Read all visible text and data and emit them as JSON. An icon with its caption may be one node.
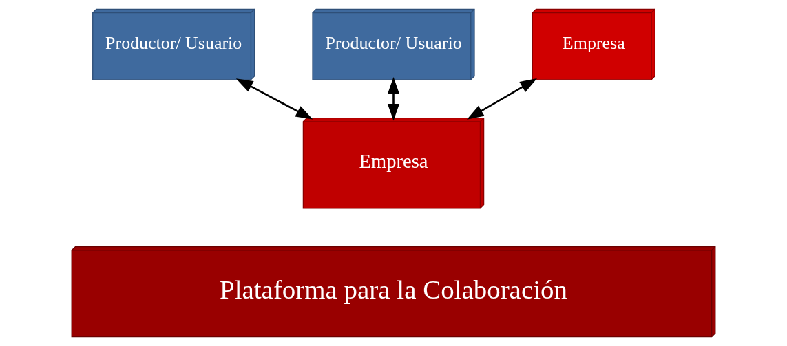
{
  "diagram": {
    "nodes": [
      {
        "text": [
          "Productor/ Usuario"
        ]
      },
      {
        "text": [
          "Productor/ Usuario"
        ]
      },
      {
        "text": [
          "Empresa"
        ]
      },
      {
        "text": [
          "Empresa"
        ]
      },
      {
        "text": [
          "Plataforma para la Colaboración"
        ]
      }
    ],
    "edges": [
      {
        "from": 0,
        "to": 3,
        "arrow": "both"
      },
      {
        "from": 1,
        "to": 3,
        "arrow": "both"
      },
      {
        "from": 2,
        "to": 3,
        "arrow": "both"
      }
    ]
  }
}
